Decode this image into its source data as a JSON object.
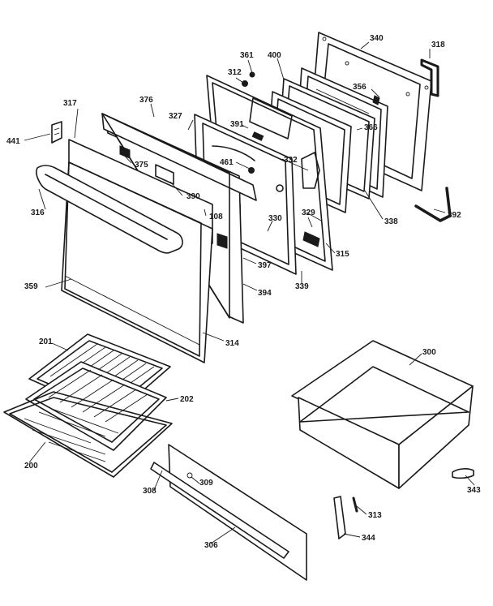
{
  "callouts": [
    {
      "id": "p340",
      "text": "340"
    },
    {
      "id": "p318a",
      "text": "318"
    },
    {
      "id": "p361",
      "text": "361"
    },
    {
      "id": "p400",
      "text": "400"
    },
    {
      "id": "p312",
      "text": "312"
    },
    {
      "id": "p356",
      "text": "356"
    },
    {
      "id": "p317",
      "text": "317"
    },
    {
      "id": "p376",
      "text": "376"
    },
    {
      "id": "p327",
      "text": "327"
    },
    {
      "id": "p391",
      "text": "391"
    },
    {
      "id": "p366",
      "text": "366"
    },
    {
      "id": "p441",
      "text": "441"
    },
    {
      "id": "p375",
      "text": "375"
    },
    {
      "id": "p461",
      "text": "461"
    },
    {
      "id": "p332",
      "text": "332"
    },
    {
      "id": "p390",
      "text": "390"
    },
    {
      "id": "p316",
      "text": "316"
    },
    {
      "id": "p108",
      "text": "108"
    },
    {
      "id": "p329",
      "text": "329"
    },
    {
      "id": "p338",
      "text": "338"
    },
    {
      "id": "p392",
      "text": "392"
    },
    {
      "id": "p330",
      "text": "330"
    },
    {
      "id": "p315",
      "text": "315"
    },
    {
      "id": "p397",
      "text": "397"
    },
    {
      "id": "p339",
      "text": "339"
    },
    {
      "id": "p359",
      "text": "359"
    },
    {
      "id": "p394",
      "text": "394"
    },
    {
      "id": "p314",
      "text": "314"
    },
    {
      "id": "p201",
      "text": "201"
    },
    {
      "id": "p300",
      "text": "300"
    },
    {
      "id": "p202",
      "text": "202"
    },
    {
      "id": "p200",
      "text": "200"
    },
    {
      "id": "p308",
      "text": "308"
    },
    {
      "id": "p309",
      "text": "309"
    },
    {
      "id": "p343",
      "text": "343"
    },
    {
      "id": "p313",
      "text": "313"
    },
    {
      "id": "p306",
      "text": "306"
    },
    {
      "id": "p344",
      "text": "344"
    }
  ]
}
